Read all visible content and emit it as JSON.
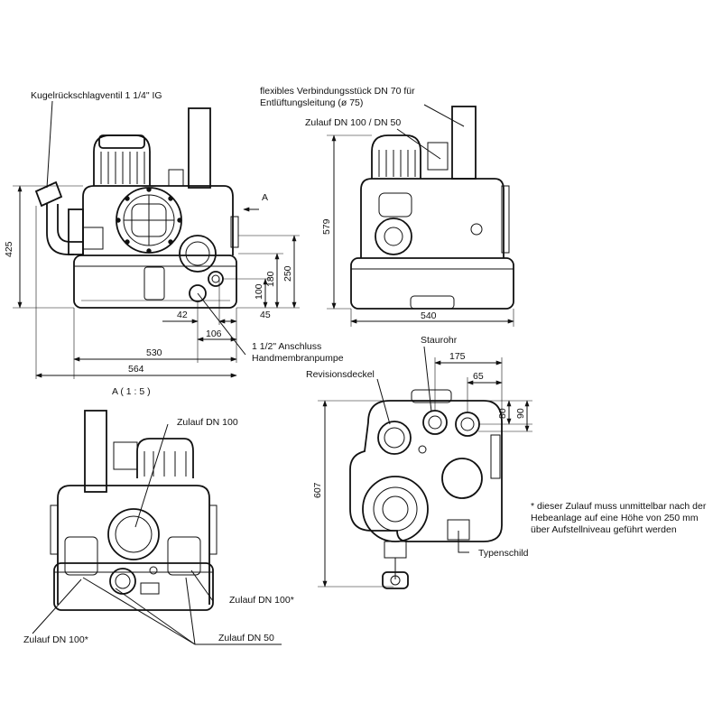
{
  "labels": {
    "check_valve": "Kugelrückschlagventil 1 1/4\" IG",
    "flex_piece_line1": "flexibles Verbindungsstück DN 70 für",
    "flex_piece_line2": "Entlüftungsleitung (ø 75)",
    "inlet_dn100_dn50": "Zulauf DN 100 / DN 50",
    "view_arrow": "A",
    "connection_line1": "1 1/2\" Anschluss",
    "connection_line2": "Handmembranpumpe",
    "view_title": "A ( 1 : 5 )",
    "riser_pipe": "Staurohr",
    "inspection_cover": "Revisionsdeckel",
    "inlet_dn100_rear": "Zulauf DN 100",
    "inlet_dn100_star_right": "Zulauf DN 100*",
    "inlet_dn100_star_left": "Zulauf DN 100*",
    "inlet_dn50_rear": "Zulauf DN 50",
    "nameplate": "Typenschild"
  },
  "footnote": {
    "line1": "* dieser Zulauf muss unmittelbar nach der",
    "line2": "Hebeanlage auf eine Höhe von 250 mm",
    "line3": "über Aufstellniveau geführt werden"
  },
  "dimensions": {
    "front_height": "425",
    "outlet_height": "250",
    "side_inlet_height": "180",
    "pump_conn_height": "100",
    "pump_conn_offset": "42",
    "side_offset": "45",
    "offset_106": "106",
    "depth_530": "530",
    "width_564": "564",
    "side_height": "579",
    "side_width": "540",
    "top_depth": "607",
    "riser_offset": "175",
    "inlet_offset": "65",
    "inlet_v80": "80",
    "inlet_v90": "90"
  }
}
